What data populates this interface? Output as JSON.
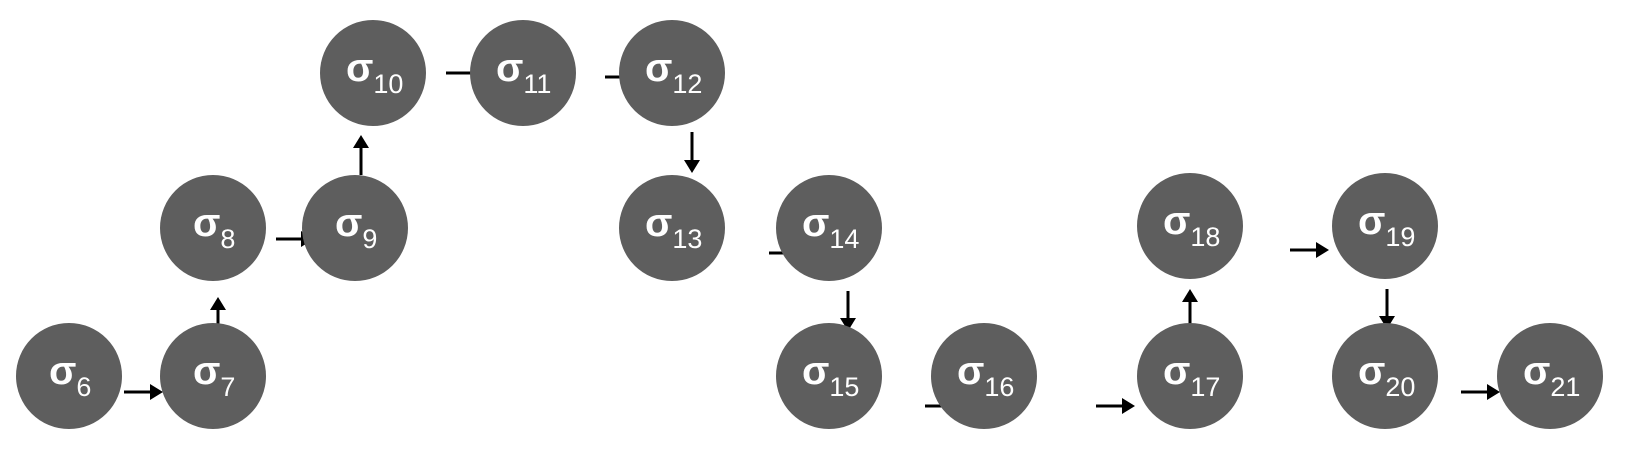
{
  "diagram": {
    "node_color": "#5e5e5e",
    "label_color": "#ffffff",
    "arrow_color": "#000000",
    "nodes": [
      {
        "id": "s6",
        "symbol": "σ",
        "subscript": "6"
      },
      {
        "id": "s7",
        "symbol": "σ",
        "subscript": "7"
      },
      {
        "id": "s8",
        "symbol": "σ",
        "subscript": "8"
      },
      {
        "id": "s9",
        "symbol": "σ",
        "subscript": "9"
      },
      {
        "id": "s10",
        "symbol": "σ",
        "subscript": "10"
      },
      {
        "id": "s11",
        "symbol": "σ",
        "subscript": "11"
      },
      {
        "id": "s12",
        "symbol": "σ",
        "subscript": "12"
      },
      {
        "id": "s13",
        "symbol": "σ",
        "subscript": "13"
      },
      {
        "id": "s14",
        "symbol": "σ",
        "subscript": "14"
      },
      {
        "id": "s15",
        "symbol": "σ",
        "subscript": "15"
      },
      {
        "id": "s16",
        "symbol": "σ",
        "subscript": "16"
      },
      {
        "id": "s17",
        "symbol": "σ",
        "subscript": "17"
      },
      {
        "id": "s18",
        "symbol": "σ",
        "subscript": "18"
      },
      {
        "id": "s19",
        "symbol": "σ",
        "subscript": "19"
      },
      {
        "id": "s20",
        "symbol": "σ",
        "subscript": "20"
      },
      {
        "id": "s21",
        "symbol": "σ",
        "subscript": "21"
      }
    ],
    "edges": [
      {
        "from": "s6",
        "to": "s7"
      },
      {
        "from": "s7",
        "to": "s8"
      },
      {
        "from": "s8",
        "to": "s9"
      },
      {
        "from": "s9",
        "to": "s10"
      },
      {
        "from": "s10",
        "to": "s11"
      },
      {
        "from": "s11",
        "to": "s12"
      },
      {
        "from": "s12",
        "to": "s13"
      },
      {
        "from": "s13",
        "to": "s14"
      },
      {
        "from": "s14",
        "to": "s15"
      },
      {
        "from": "s15",
        "to": "s16"
      },
      {
        "from": "s16",
        "to": "s17"
      },
      {
        "from": "s17",
        "to": "s18"
      },
      {
        "from": "s18",
        "to": "s19"
      },
      {
        "from": "s19",
        "to": "s20"
      },
      {
        "from": "s20",
        "to": "s21"
      }
    ]
  }
}
